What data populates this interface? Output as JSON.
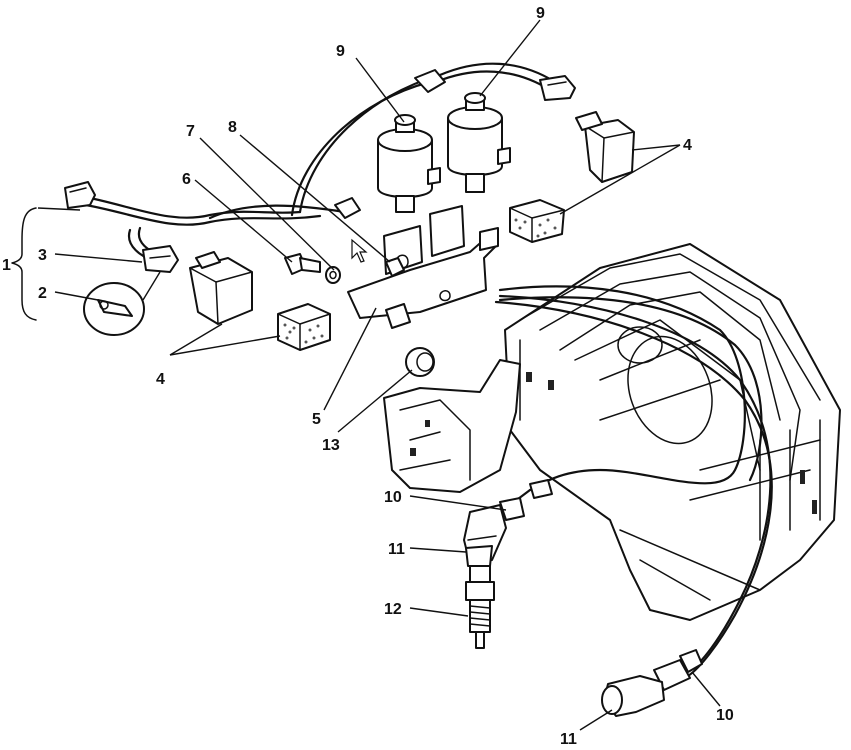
{
  "callouts": {
    "c1": "1",
    "c2": "2",
    "c3": "3",
    "c4a": "4",
    "c4b": "4",
    "c5": "5",
    "c6": "6",
    "c7": "7",
    "c8": "8",
    "c9a": "9",
    "c9b": "9",
    "c10a": "10",
    "c10b": "10",
    "c11a": "11",
    "c11b": "11",
    "c12": "12",
    "c13": "13"
  },
  "colors": {
    "line": "#111111",
    "background": "#ffffff"
  },
  "icons": {
    "cursor": "mouse-pointer-icon"
  }
}
